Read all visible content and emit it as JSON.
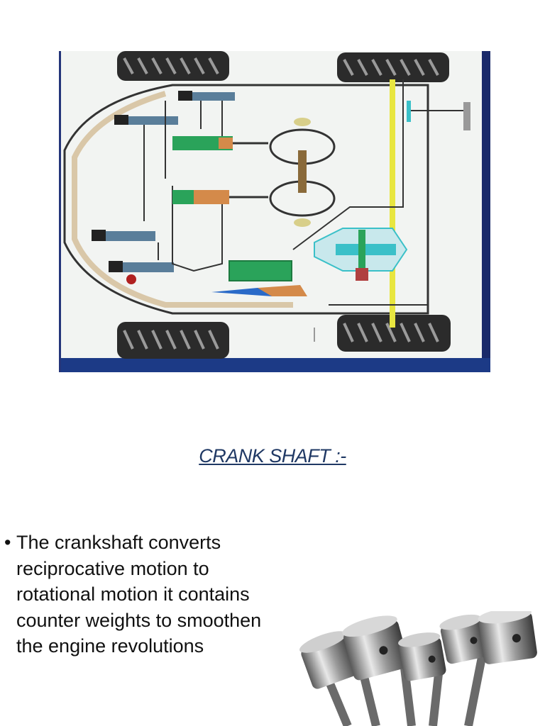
{
  "slide": {
    "title": "CRANK SHAFT :-",
    "bullet_text": "The crankshaft converts reciprocative motion to rotational motion it contains counter weights to smoothen the engine revolutions"
  },
  "diagram": {
    "description_icon": "vehicle-drivetrain-diagram",
    "colors": {
      "frame": "#1a2a6a",
      "green": "#2aa35a",
      "orange": "#d48a4a",
      "yellow": "#e8e640",
      "cyan": "#3ac0c8"
    }
  },
  "image": {
    "icon": "engine-pistons-image"
  }
}
